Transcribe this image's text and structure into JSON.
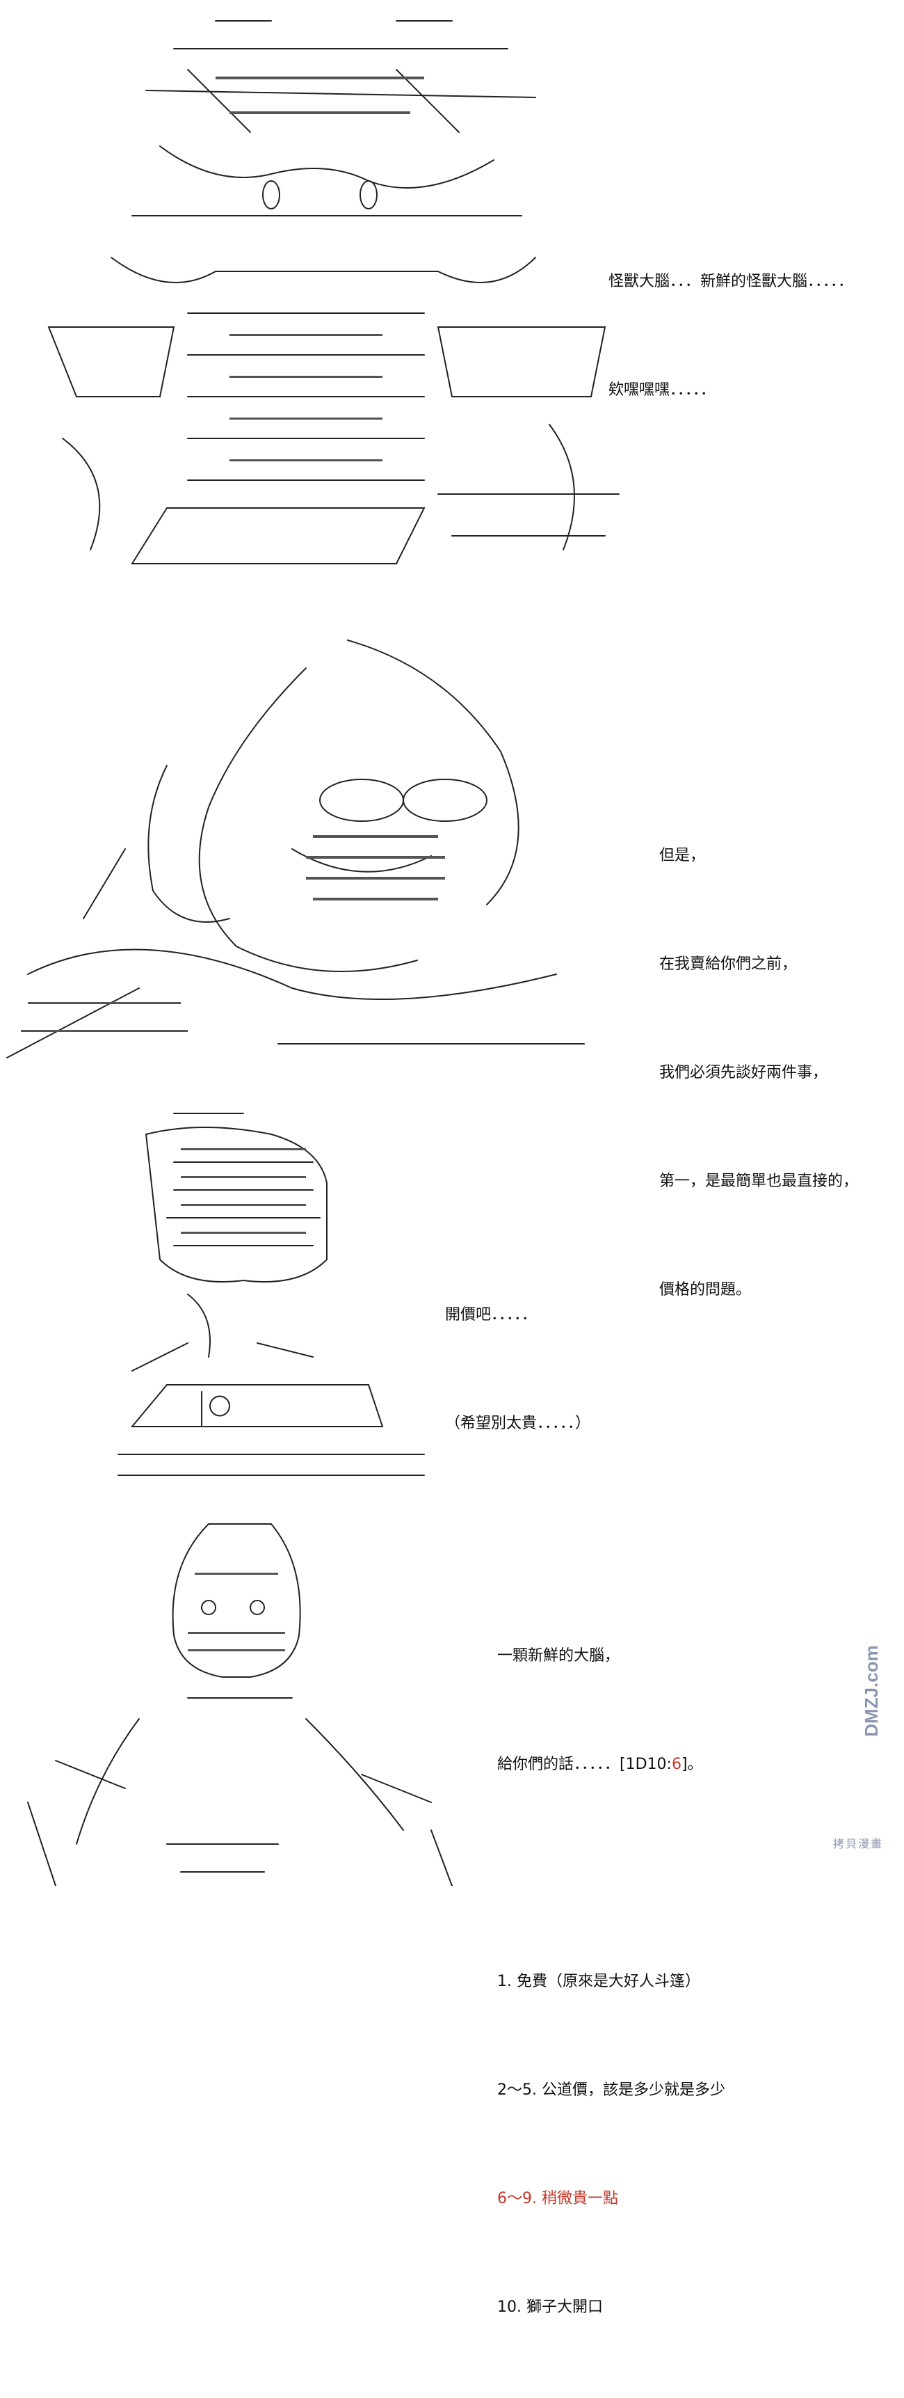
{
  "colors": {
    "text": "#111111",
    "accent_red": "#c0392b",
    "watermark": "#8b96b0"
  },
  "panel1": {
    "lines": [
      "怪獸大腦．．．新鮮的怪獸大腦．．．．．",
      "欸嘿嘿嘿．．．．．"
    ]
  },
  "panel2": {
    "lines": [
      "但是，",
      "在我賣給你們之前，",
      "我們必須先談好兩件事，",
      "第一，是最簡單也最直接的，",
      "價格的問題。"
    ]
  },
  "panel3": {
    "lines": [
      "開價吧．．．．．",
      "（希望別太貴．．．．．）"
    ]
  },
  "panel4": {
    "line1": "一顆新鮮的大腦，",
    "line2_prefix": "給你們的話．．．．．[1D10:",
    "line2_roll": "6",
    "line2_suffix": "]。",
    "options": [
      {
        "text": "1. 免費（原來是大好人斗篷）",
        "highlight": false
      },
      {
        "text": "2～5. 公道價，該是多少就是多少",
        "highlight": false
      },
      {
        "text": "6～9. 稍微貴一點",
        "highlight": true
      },
      {
        "text": "10. 獅子大開口",
        "highlight": false
      }
    ]
  },
  "watermark": {
    "brand": "DMZJ.com",
    "caption": "拷貝漫畫"
  }
}
